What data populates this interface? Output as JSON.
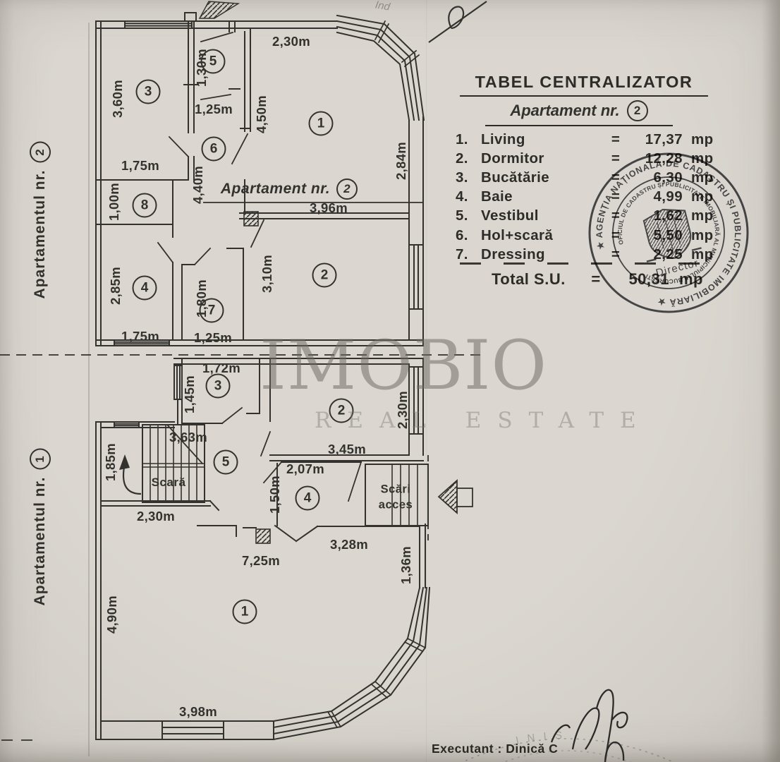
{
  "colors": {
    "paper": "#d8d4cd",
    "ink": "#34322e",
    "stamp": "#2f2f34",
    "watermark": "#8f8b85"
  },
  "table": {
    "title": "TABEL CENTRALIZATOR",
    "subtitle": "Apartament nr.",
    "subtitle_num": "2",
    "rows": [
      {
        "num": "1.",
        "name": "Living",
        "eq": "=",
        "value": "17,37",
        "unit": "mp"
      },
      {
        "num": "2.",
        "name": "Dormitor",
        "eq": "=",
        "value": "12,28",
        "unit": "mp"
      },
      {
        "num": "3.",
        "name": "Bucătărie",
        "eq": "=",
        "value": "6,30",
        "unit": "mp"
      },
      {
        "num": "4.",
        "name": "Baie",
        "eq": "=",
        "value": "4,99",
        "unit": "mp"
      },
      {
        "num": "5.",
        "name": "Vestibul",
        "eq": "=",
        "value": "1,62",
        "unit": "mp"
      },
      {
        "num": "6.",
        "name": "Hol+scară",
        "eq": "=",
        "value": "5,50",
        "unit": "mp"
      },
      {
        "num": "7.",
        "name": "Dressing",
        "eq": "=",
        "value": "2,25",
        "unit": "mp"
      }
    ],
    "total_label": "Total S.U.",
    "total_eq": "=",
    "total_value": "50,31",
    "total_unit": "mp"
  },
  "side_labels": [
    {
      "text": "Apartamentul nr.",
      "num": "2"
    },
    {
      "text": "Apartamentul nr.",
      "num": "1"
    }
  ],
  "plan": {
    "title": "Apartament nr.",
    "title_num": "2",
    "stair_label": "Scară",
    "access_line1": "Scări",
    "access_line2": "acces",
    "dims": [
      "2,30m",
      "1,30m",
      "1,25m",
      "3,60m",
      "4,50m",
      "2,84m",
      "1,75m",
      "4,40m",
      "3,96m",
      "1,00m",
      "2,85m",
      "1,80m",
      "3,10m",
      "1,75m",
      "1,25m",
      "1,72m",
      "1,45m",
      "2,30m",
      "3,45m",
      "3,63m",
      "1,85m",
      "2,30m",
      "2,07m",
      "1,50m",
      "3,28m",
      "7,25m",
      "1,36m",
      "4,90m",
      "3,98m"
    ],
    "circles_upper": [
      "3",
      "5",
      "6",
      "1",
      "8",
      "2",
      "4",
      "7"
    ],
    "circles_lower": [
      "3",
      "2",
      "5",
      "4",
      "1"
    ]
  },
  "stamp": {
    "outer_text": "★ AGENȚIA NAȚIONALĂ DE CADASTRU ȘI PUBLICITATE IMOBILIARĂ ★",
    "inner_text": "OFICIUL DE CADASTRU ȘI PUBLICITATE IMOBILIARĂ AL MUNICIPIULUI BUCUREȘTI",
    "center_text": "Director"
  },
  "watermark": {
    "line1": "IMOBIO",
    "line2": "REAL ESTATE"
  },
  "footer": {
    "executant": "Executant : Dinică C"
  },
  "handwriting": {
    "top_right": "Ind",
    "partial_stamp": "INIS"
  }
}
